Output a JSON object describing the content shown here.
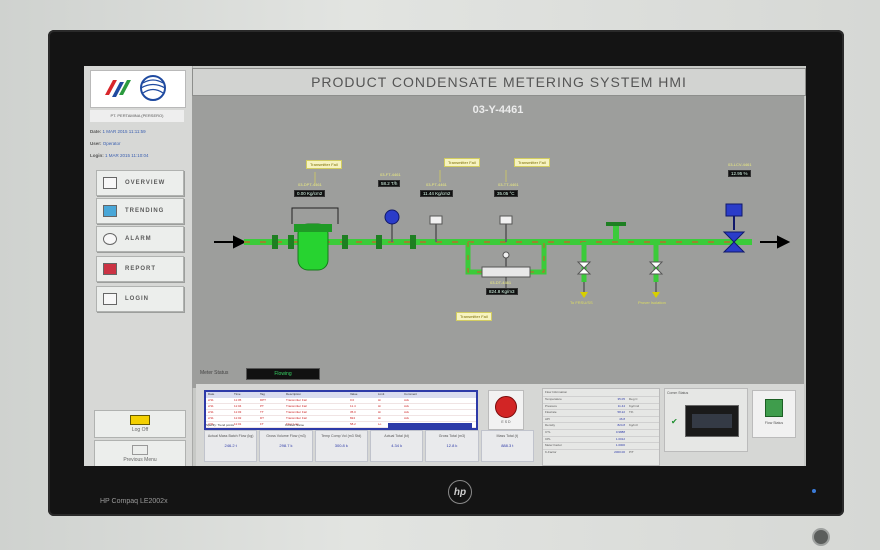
{
  "hmi": {
    "title": "PRODUCT CONDENSATE METERING SYSTEM HMI",
    "meter_id": "03-Y-4461"
  },
  "sidebar": {
    "company": "PT. PERTAMINA (PERSERO)",
    "info": [
      {
        "label": "Date:",
        "value": "1 MAR 2015 11:11:59"
      },
      {
        "label": "User:",
        "value": "Operator"
      },
      {
        "label": "Login:",
        "value": "1 MAR 2015 11:10:04"
      }
    ],
    "nav": [
      {
        "label": "OVERVIEW",
        "icon": "overview-icon"
      },
      {
        "label": "TRENDING",
        "icon": "trending-icon"
      },
      {
        "label": "ALARM",
        "icon": "alarm-icon"
      },
      {
        "label": "REPORT",
        "icon": "report-icon"
      },
      {
        "label": "LOGIN",
        "icon": "login-icon"
      }
    ],
    "logoff_label": "Log Off",
    "previous_label": "Previous Menu"
  },
  "process": {
    "status_label": "Meter Status",
    "status_value": "Flowing",
    "instruments": [
      {
        "tag": "03-DPT-4461",
        "value": "0.00 Kg/cm2",
        "callout": "Transmitter Fail"
      },
      {
        "tag": "03-FT-4461",
        "value": "58.2 T/h",
        "callout": ""
      },
      {
        "tag": "03-PT-4461",
        "value": "11.44 Kg/cm2",
        "callout": "Transmitter Fail"
      },
      {
        "tag": "03-TT-4461",
        "value": "35.05 °C",
        "callout": "Transmitter Fail"
      },
      {
        "tag": "03-DT-4461",
        "value": "824.8 Kg/m3",
        "callout": "Transmitter Fail"
      },
      {
        "tag": "03-LCV-4461",
        "value": "12.95 %",
        "callout": ""
      }
    ],
    "valve_labels": [
      "To FRSU/SS",
      "Prover Isolation"
    ]
  },
  "alarm_table": {
    "headers": [
      "Date",
      "Time",
      "Tag",
      "Description",
      "Value",
      "Limit",
      "Comment"
    ],
    "rows": [
      [
        "2/11",
        "11:05",
        "DPT",
        "Transmitter Fail",
        "0.0",
        "Hi",
        "Ack"
      ],
      [
        "2/11",
        "11:04",
        "PT",
        "Transmitter Fail",
        "11.4",
        "Hi",
        "Ack"
      ],
      [
        "2/11",
        "11:03",
        "TT",
        "Transmitter Fail",
        "35.0",
        "Hi",
        "Ack"
      ],
      [
        "2/11",
        "11:02",
        "DT",
        "Transmitter Fail",
        "824",
        "Hi",
        "Ack"
      ],
      [
        "2/11",
        "11:01",
        "FT",
        "Flow Low",
        "58.2",
        "Lo",
        "Ack"
      ]
    ],
    "footer_left": "Specify: Trend points",
    "footer_mid": "Contact Name"
  },
  "stop_button": {
    "label": "E S D"
  },
  "flow_panel": [
    {
      "label": "Actual Mass Batch Flow (kg)",
      "value": "246.2 t"
    },
    {
      "label": "Gross Volume Flow (m3)",
      "value": "298.7 k"
    },
    {
      "label": "Temp Comp Vol (m3 Std)",
      "value": "300.8 k"
    },
    {
      "label": "Actual Total (kt)",
      "value": "4.34 k"
    },
    {
      "label": "Gross Total (m3)",
      "value": "12.8 k"
    },
    {
      "label": "Mass Total (t)",
      "value": "888.3 t"
    }
  ],
  "parameters": {
    "title": "Flow Information",
    "rows": [
      {
        "k": "Temperature",
        "v": "35.05",
        "u": "Deg C"
      },
      {
        "k": "Pressure",
        "v": "11.44",
        "u": "Kg/cm2"
      },
      {
        "k": "Flowrate",
        "v": "58.22",
        "u": "T/h"
      },
      {
        "k": "API",
        "v": "46.8",
        "u": ""
      },
      {
        "k": "Density",
        "v": "824.8",
        "u": "Kg/m3"
      },
      {
        "k": "CTL",
        "v": "0.9888",
        "u": ""
      },
      {
        "k": "CPL",
        "v": "1.0012",
        "u": ""
      },
      {
        "k": "Meter Factor",
        "v": "1.0000",
        "u": ""
      },
      {
        "k": "K-Factor",
        "v": "2000.00",
        "u": "P/T"
      }
    ]
  },
  "communication": {
    "title": "Comm Status"
  },
  "network_button": {
    "label": "Flow Status"
  },
  "monitor": {
    "brand": "HP Compaq LE2002x",
    "logo": "hp"
  },
  "colors": {
    "pipe": "#3bcb3a",
    "pipe_stripe": "#d25a2a",
    "vessel": "#27d330",
    "valve_blue": "#2a3cc9"
  }
}
